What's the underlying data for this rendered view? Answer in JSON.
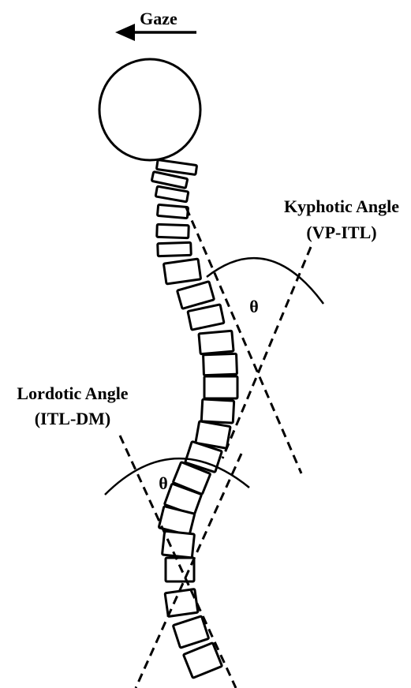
{
  "gaze_label": "Gaze",
  "kyphotic": {
    "title": "Kyphotic Angle",
    "abbr": "(VP-ITL)",
    "theta": "θ"
  },
  "lordotic": {
    "title": "Lordotic Angle",
    "abbr": "(ITL-DM)",
    "theta": "θ"
  },
  "colors": {
    "ink": "#000000",
    "background": "#ffffff"
  }
}
